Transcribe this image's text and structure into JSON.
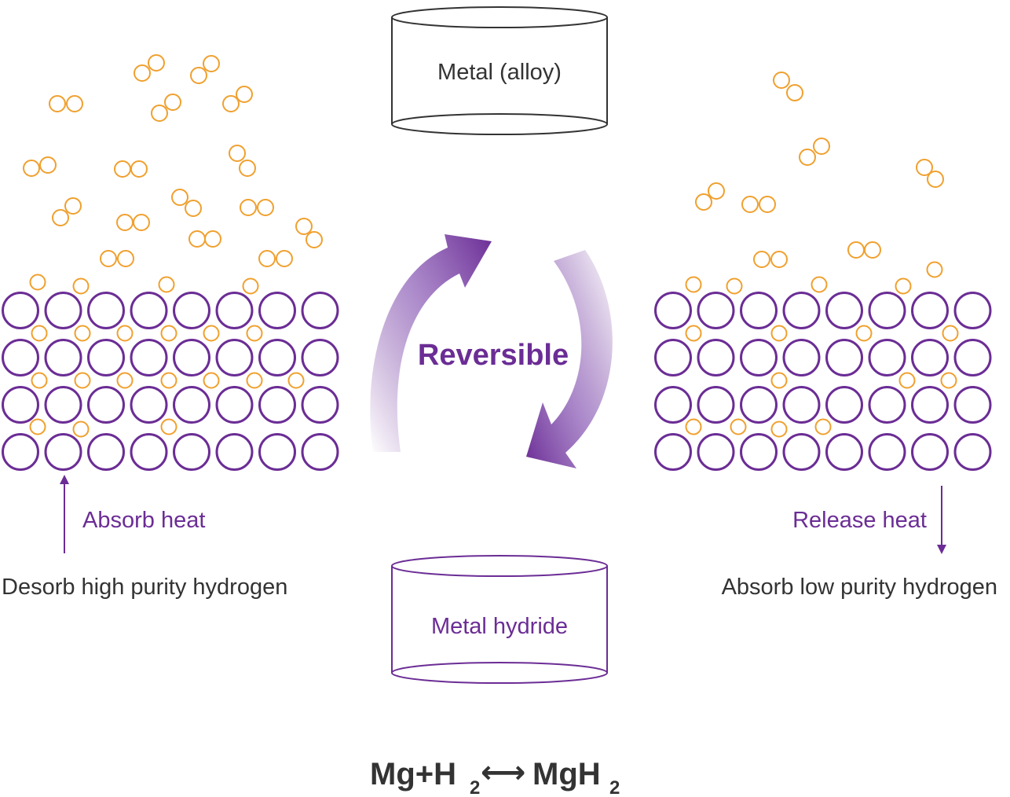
{
  "left_panel": {
    "heat_label": "Absorb heat",
    "caption": "Desorb high purity hydrogen"
  },
  "right_panel": {
    "heat_label": "Release heat",
    "caption": "Absorb low purity hydrogen"
  },
  "top_container": {
    "label": "Metal (alloy)"
  },
  "bottom_container": {
    "label": "Metal hydride"
  },
  "cycle": {
    "label": "Reversible"
  },
  "equation": {
    "left_part": "Mg+H",
    "left_sub": "2",
    "arrow": "⟷",
    "right_part": "MgH",
    "right_sub": "2"
  },
  "colors": {
    "metal_atom": "#6b2d95",
    "hydrogen_atom": "#f0a02e",
    "text_dark": "#333333",
    "accent_purple": "#6b2d95"
  },
  "icons": {
    "up_arrow": "arrow-up-icon",
    "down_arrow": "arrow-down-icon",
    "cycle_arrows": "reversible-cycle-icon"
  }
}
